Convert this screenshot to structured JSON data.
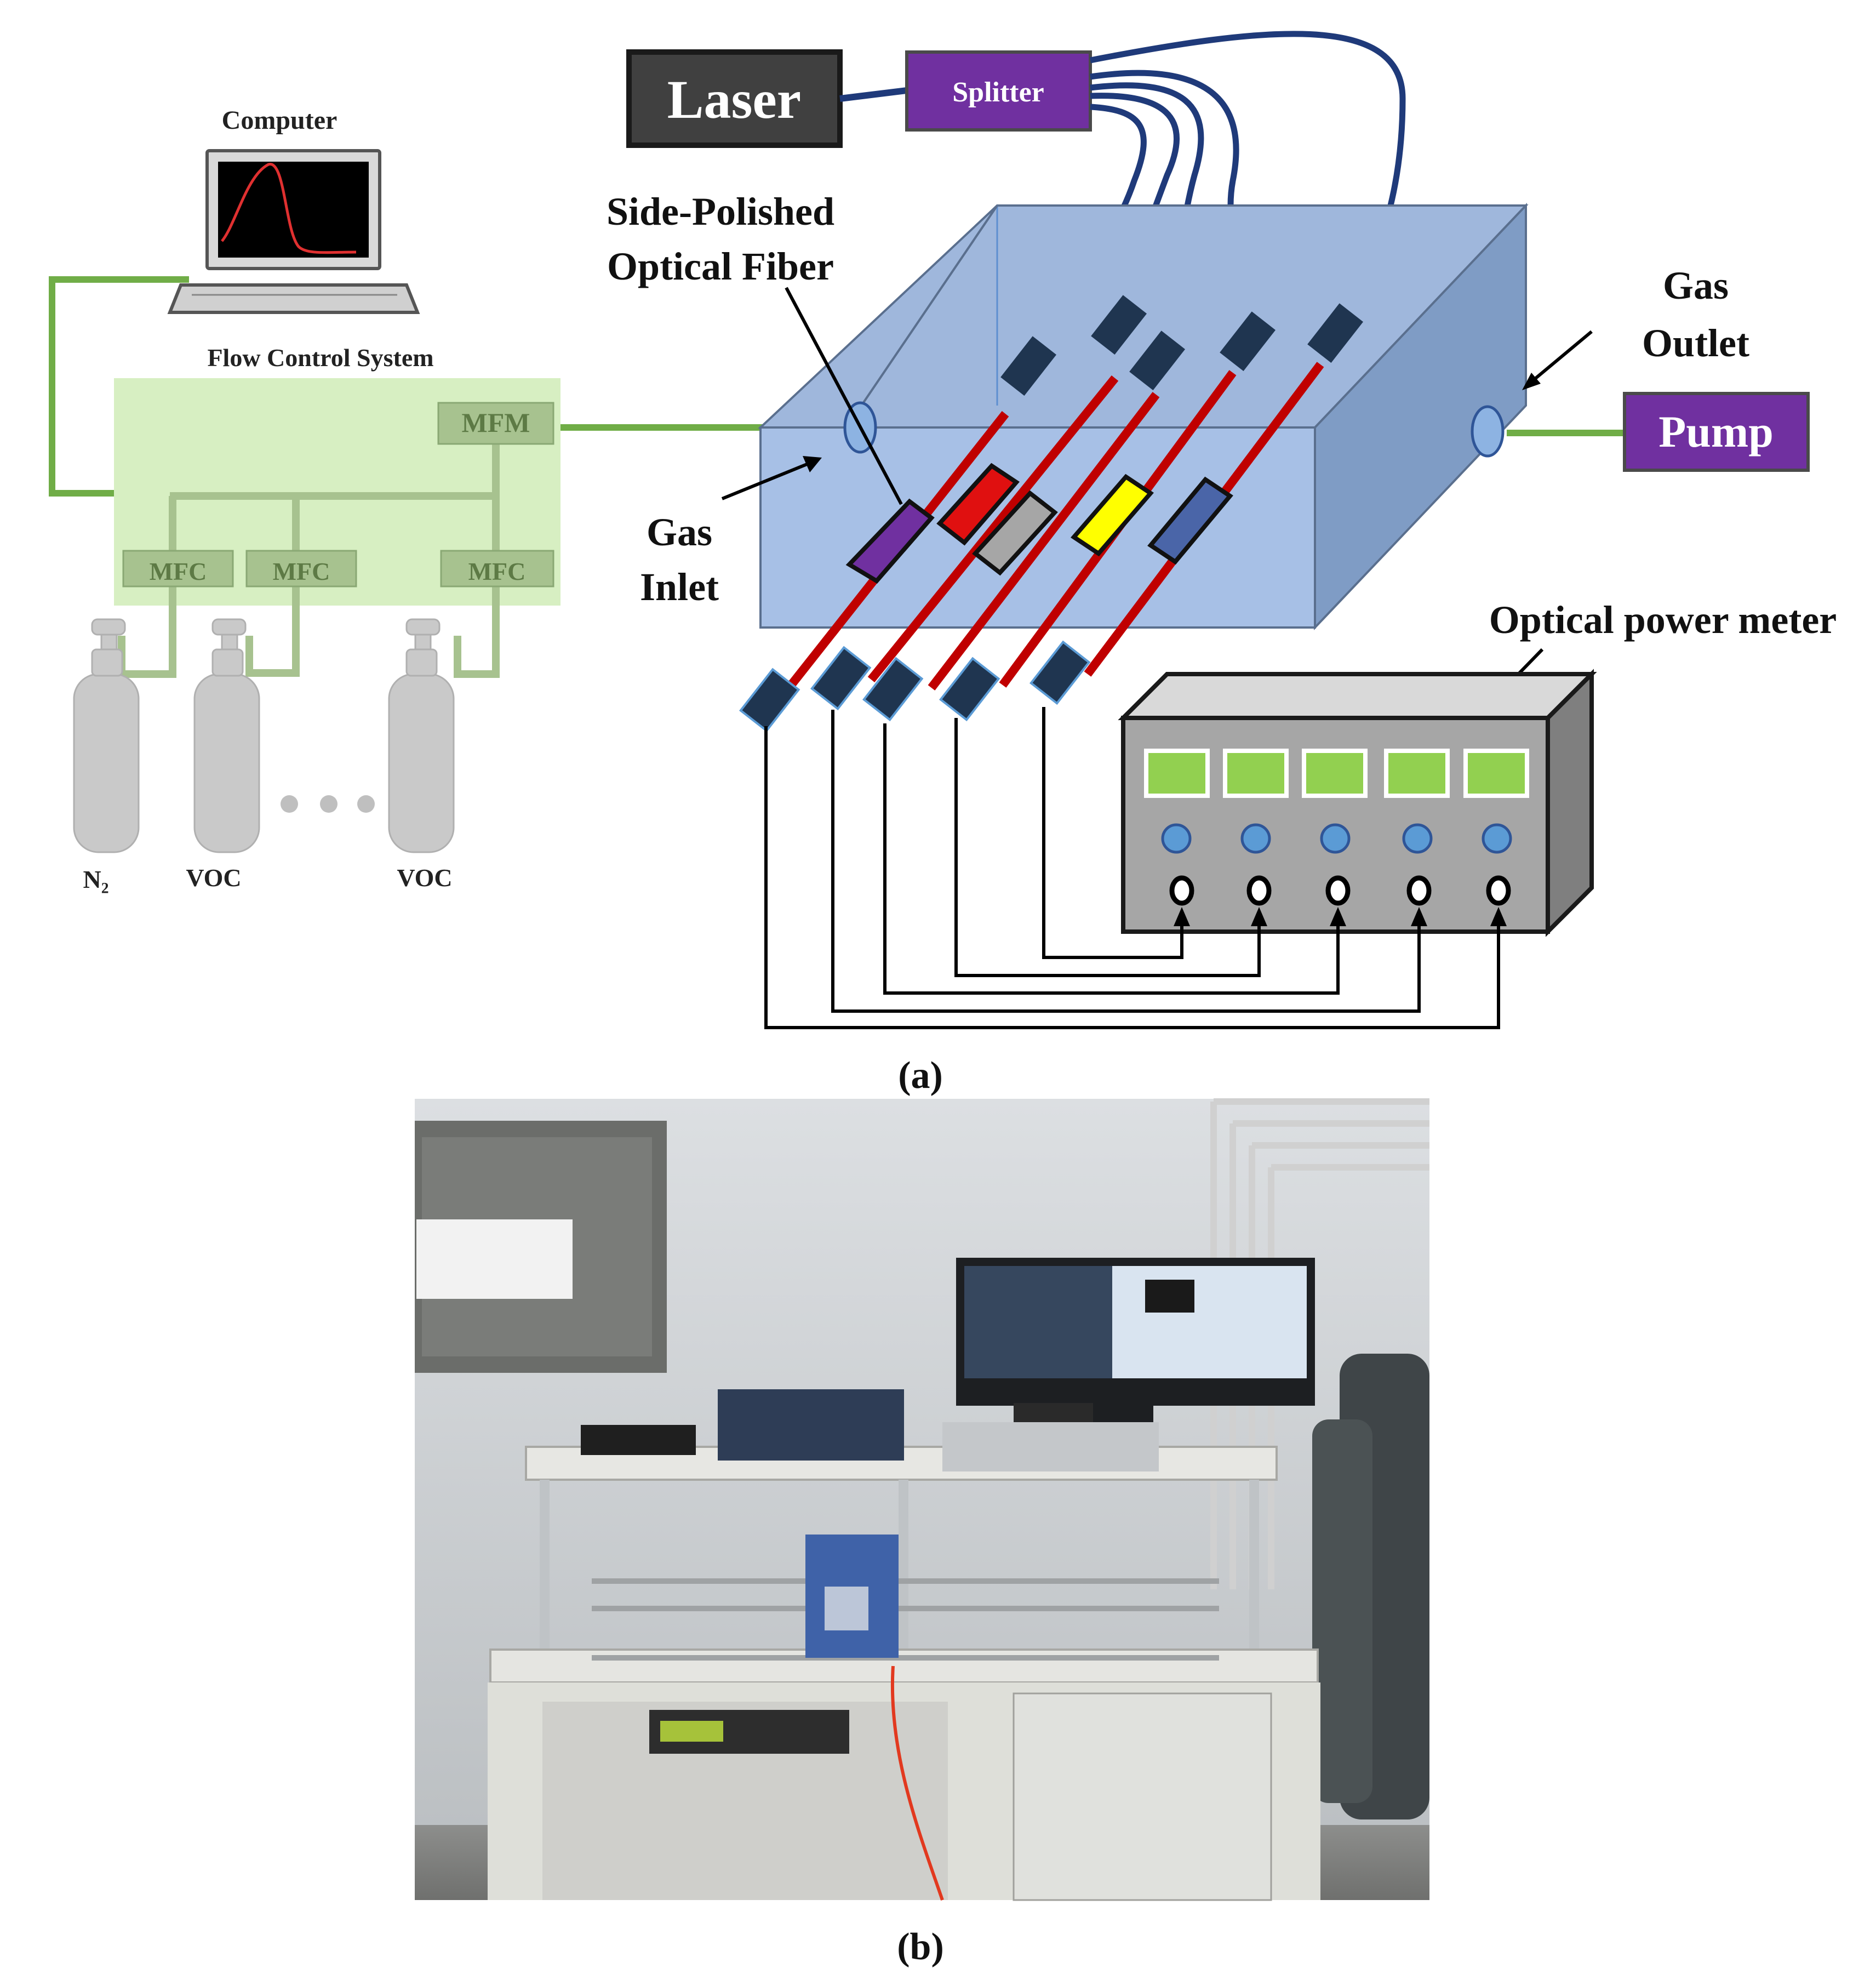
{
  "panel_a": {
    "computer_label": "Computer",
    "flow_control_label": "Flow Control System",
    "mfm_label": "MFM",
    "mfc_labels": [
      "MFC",
      "MFC",
      "MFC"
    ],
    "cylinder_labels": [
      "N₂",
      "VOC",
      "VOC"
    ],
    "laser_label": "Laser",
    "splitter_label": "Splitter",
    "fiber_label_line1": "Side-Polished",
    "fiber_label_line2": "Optical Fiber",
    "gas_inlet_line1": "Gas",
    "gas_inlet_line2": "Inlet",
    "gas_outlet_line1": "Gas",
    "gas_outlet_line2": "Outlet",
    "pump_label": "Pump",
    "power_meter_label": "Optical power meter",
    "caption": "(a)"
  },
  "panel_b": {
    "caption": "(b)"
  },
  "colors": {
    "flow_panel": "#d7efc2",
    "flow_box": "#a7c28f",
    "box_top": "#9fb7dc",
    "box_front": "#a7c0e6",
    "box_side": "#7f9cc5",
    "splitter": "#7030a0",
    "pump": "#7030a0",
    "fiber_core": "#c00000",
    "cable": "#1f3a7a",
    "green_line": "#70ad47",
    "meter_screen": "#92d050",
    "meter_body": "#a6a6a6"
  },
  "icons": [
    "laptop-icon",
    "gas-cylinder-icon",
    "connector-icon",
    "knob-icon",
    "port-icon"
  ]
}
